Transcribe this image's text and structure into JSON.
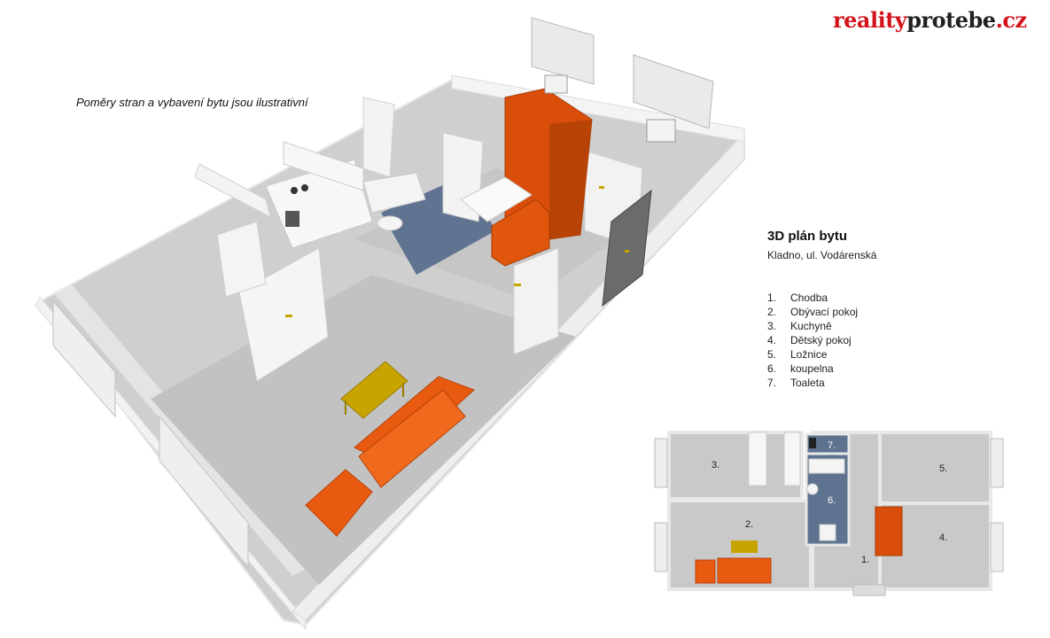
{
  "logo": {
    "part1": "reality",
    "part2": "protebe",
    "part3": ".cz"
  },
  "note": "Poměry stran a vybavení bytu jsou ilustrativní",
  "plan": {
    "title": "3D plán bytu",
    "address": "Kladno, ul. Vodárenská"
  },
  "legend": [
    {
      "num": "1.",
      "label": "Chodba"
    },
    {
      "num": "2.",
      "label": "Obývací pokoj"
    },
    {
      "num": "3.",
      "label": "Kuchyně"
    },
    {
      "num": "4.",
      "label": "Dětský pokoj"
    },
    {
      "num": "5.",
      "label": "Ložnice"
    },
    {
      "num": "6.",
      "label": "koupelna"
    },
    {
      "num": "7.",
      "label": "Toaleta"
    }
  ],
  "floorplan_labels": {
    "r1": "1.",
    "r2": "2.",
    "r3": "3.",
    "r4": "4.",
    "r5": "5.",
    "r6": "6.",
    "r7": "7."
  },
  "colors": {
    "sofa": "#e85a10",
    "wardrobe": "#d94e0a",
    "table": "#c8a400",
    "bathroom_tile": "#5e7390",
    "floor": "#c8c8c8"
  }
}
